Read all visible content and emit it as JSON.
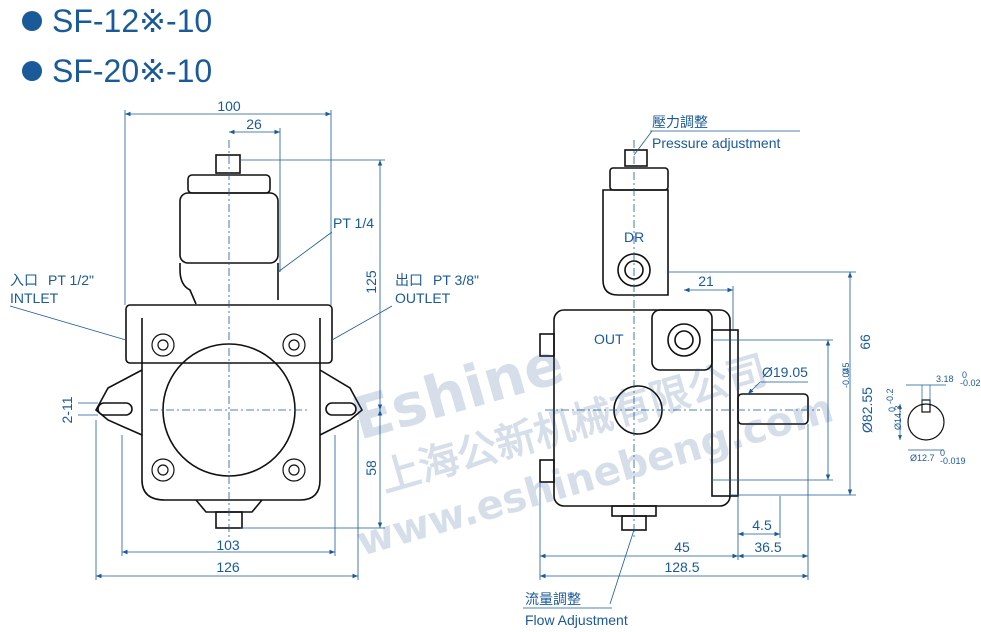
{
  "titles": [
    "SF-12※-10",
    "SF-20※-10"
  ],
  "front_view": {
    "dims": {
      "width_top": "100",
      "offset_26": "26",
      "height_125": "125",
      "height_58": "58",
      "width_103": "103",
      "width_126": "126",
      "foot_2_11": "2-11"
    },
    "inlet_cn": "入口",
    "inlet_pt": "PT 1/2\"",
    "inlet_en": "INTLET",
    "outlet_cn": "出口",
    "outlet_pt": "PT 3/8\"",
    "outlet_en": "OUTLET",
    "drain": "PT 1/4"
  },
  "side_view": {
    "pressure_cn": "壓力調整",
    "pressure_en": "Pressure adjustment",
    "flow_cn": "流量調整",
    "flow_en": "Flow Adjustment",
    "dr": "DR",
    "out": "OUT",
    "dims": {
      "d21": "21",
      "shaft": "Ø19.05",
      "pilot": "Ø82.55",
      "pilot_tol_top": "0",
      "pilot_tol_bot": "-0.045",
      "h66": "66",
      "d45": "45",
      "d4_5": "4.5",
      "d36_5": "36.5",
      "d128_5": "128.5"
    }
  },
  "shaft_detail": {
    "key": "3.18",
    "key_tol_top": "0",
    "key_tol_bot": "-0.02",
    "d14": "Ø14.3",
    "d14_tol_top": "0",
    "d14_tol_bot": "-0.2",
    "d12": "Ø12.7",
    "d12_tol_top": "0",
    "d12_tol_bot": "-0.019"
  },
  "watermark": {
    "brand": "Eshine",
    "cn": "上海公新机械有限公司",
    "url": "www.eshinebeng.com"
  }
}
